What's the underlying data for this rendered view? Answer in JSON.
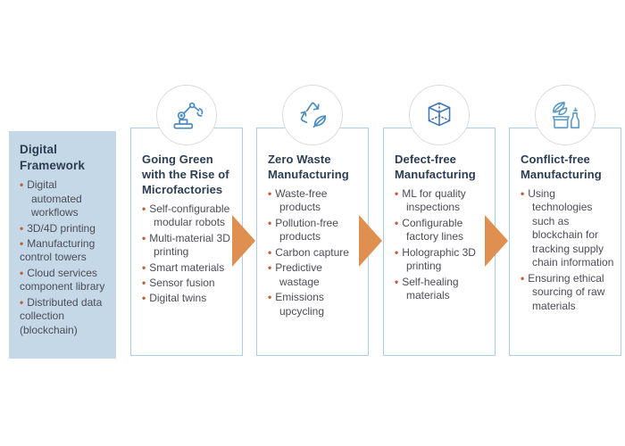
{
  "colors": {
    "sidebar_bg": "#c5d8e7",
    "card_border": "#aecde6",
    "title_text": "#2c3e53",
    "body_text": "#4c4d55",
    "bullet": "#bf5f38",
    "arrow": "#df9051",
    "icon_blue": "#4c8bc0",
    "circle_border": "#d8dce1"
  },
  "sidebar": {
    "title": "Digital Framework",
    "items": [
      "Digital automated workflows",
      "3D/4D printing",
      "Manufacturing control towers",
      "Cloud services component library",
      "Distributed data collection (blockchain)"
    ]
  },
  "cards": [
    {
      "icon": "robot-arm-icon",
      "title": "Going Green with the Rise of Microfactories",
      "items": [
        "Self-configurable modular robots",
        "Multi-material 3D printing",
        "Smart materials",
        "Sensor fusion",
        "Digital twins"
      ]
    },
    {
      "icon": "recycle-leaf-icon",
      "title": "Zero Waste Manufacturing",
      "items": [
        "Waste-free products",
        "Pollution-free products",
        "Carbon capture",
        "Predictive wastage",
        "Emissions upcycling"
      ]
    },
    {
      "icon": "cube-icon",
      "title": "Defect-free Manufacturing",
      "items": [
        "ML for quality inspections",
        "Configurable factory lines",
        "Holographic 3D printing",
        "Self-healing materials"
      ]
    },
    {
      "icon": "eco-products-icon",
      "title": "Conflict-free Manufacturing",
      "items": [
        "Using technologies such as blockchain for tracking supply chain information",
        "Ensuring ethical sourcing of raw materials"
      ]
    }
  ]
}
